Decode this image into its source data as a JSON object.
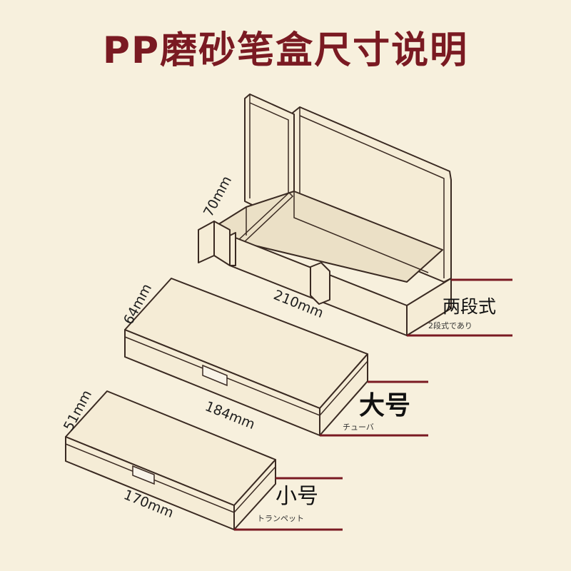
{
  "title": "PP磨砂笔盒尺寸说明",
  "two_tier": {
    "name": "两段式",
    "subtitle": "2段式であり",
    "height": "70mm",
    "length": "210mm"
  },
  "large": {
    "name": "大号",
    "subtitle": "チューバ",
    "height": "64mm",
    "length": "184mm"
  },
  "small": {
    "name": "小号",
    "subtitle": "トランペット",
    "height": "51mm",
    "length": "170mm"
  },
  "colors": {
    "background": "#f7f0dd",
    "title": "#7a1a22",
    "leader": "#7a1a22",
    "outline": "#3a2a22"
  }
}
